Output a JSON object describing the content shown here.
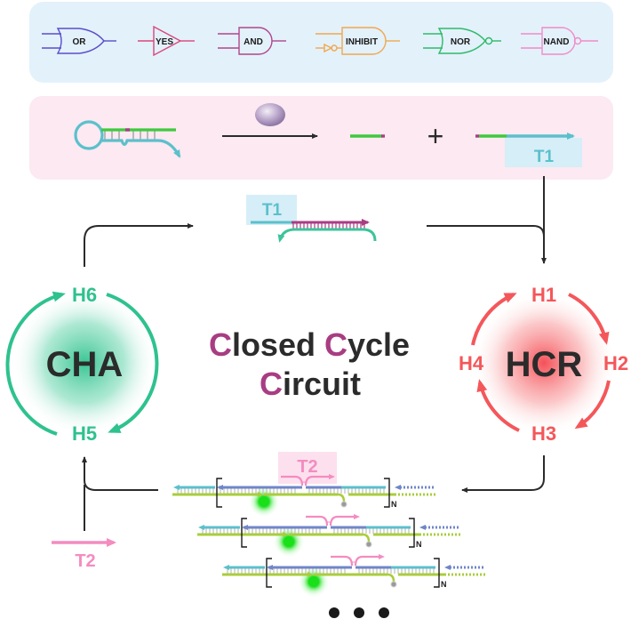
{
  "gates": [
    {
      "label": "OR",
      "type": "or",
      "color": "#5a4ecb"
    },
    {
      "label": "YES",
      "type": "yes",
      "color": "#d9487a"
    },
    {
      "label": "AND",
      "type": "and",
      "color": "#b0478a"
    },
    {
      "label": "INHIBIT",
      "type": "inhibit",
      "color": "#f0a850"
    },
    {
      "label": "NOR",
      "type": "nor",
      "color": "#2fba6a"
    },
    {
      "label": "NAND",
      "type": "nand",
      "color": "#f08cc8"
    }
  ],
  "panels": {
    "gates_bg": "#e3f1fb",
    "reaction_bg": "#fce9f1"
  },
  "reaction": {
    "plus": "+",
    "product_label": "T1"
  },
  "middle_complex": {
    "label": "T1"
  },
  "cha": {
    "title": "CHA",
    "top": "H6",
    "bottom": "H5",
    "color": "#2ec28e"
  },
  "hcr": {
    "title": "HCR",
    "top": "H1",
    "right": "H2",
    "bottom": "H3",
    "left": "H4",
    "color": "#f4575a"
  },
  "center_title": {
    "line1_a": "C",
    "line1_b": "losed ",
    "line1_c": "C",
    "line1_d": "ycle",
    "line2_a": "C",
    "line2_b": "ircuit",
    "accent": "#a83d83",
    "text_color": "#2b2b2b"
  },
  "polymer": {
    "label": "T2",
    "repeat_label": "N",
    "rows": 3
  },
  "input_t2": {
    "label": "T2"
  },
  "ellipsis": "• • •",
  "colors": {
    "cyan": "#5bc0cc",
    "green": "#3ec93e",
    "magenta": "#a83d83",
    "blue": "#6f86c9",
    "lime": "#a9cd3b",
    "pink": "#f48cc0",
    "teal": "#3cc49a",
    "arrow": "#2b2b2b"
  }
}
